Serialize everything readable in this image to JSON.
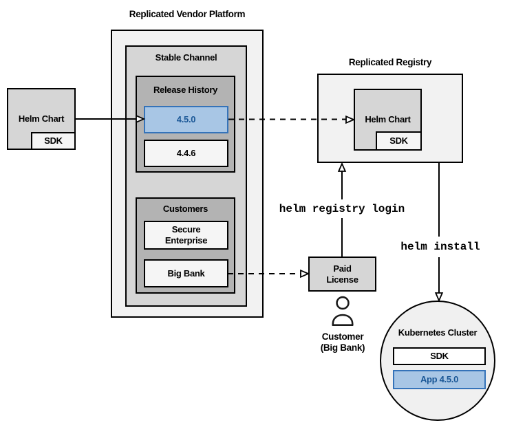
{
  "colors": {
    "highlight_fill": "#a8c6e5",
    "highlight_border": "#3573b9",
    "highlight_text": "#1a5796",
    "platform_fill": "#f2f2f2",
    "channel_fill": "#d6d6d6",
    "group_fill": "#b3b3b3",
    "item_fill": "#f5f5f5",
    "cluster_fill": "#f0f0f0",
    "border": "#000000"
  },
  "vendor_platform": {
    "title": "Replicated Vendor Platform",
    "stable_channel": {
      "title": "Stable Channel",
      "release_history": {
        "title": "Release History",
        "releases": [
          {
            "version": "4.5.0"
          },
          {
            "version": "4.4.6"
          }
        ]
      },
      "customers": {
        "title": "Customers",
        "items": [
          {
            "label": "Secure\nEnterprise"
          },
          {
            "label": "Big Bank"
          }
        ]
      }
    }
  },
  "helm_chart_source": {
    "label": "Helm Chart",
    "sdk": "SDK"
  },
  "registry": {
    "title": "Replicated Registry",
    "helm_chart": "Helm Chart",
    "sdk": "SDK"
  },
  "paid_license": {
    "label": "Paid\nLicense"
  },
  "customer": {
    "label": "Customer\n(Big Bank)"
  },
  "kubernetes_cluster": {
    "title": "Kubernetes Cluster",
    "sdk": "SDK",
    "app": "App 4.5.0"
  },
  "commands": {
    "registry_login": "helm registry login",
    "install": "helm install"
  }
}
